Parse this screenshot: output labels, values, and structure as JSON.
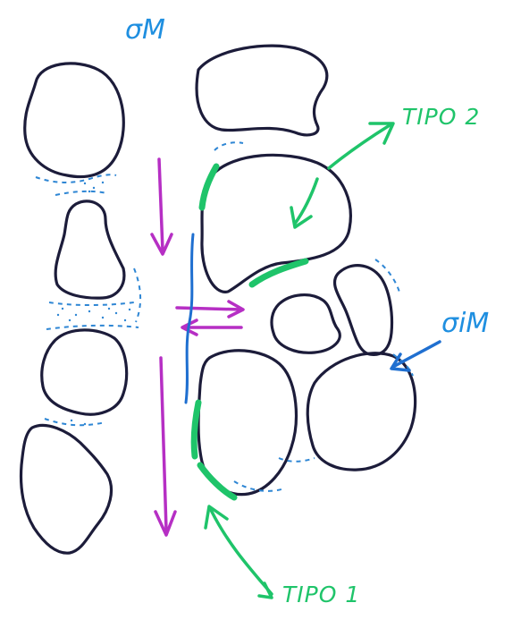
{
  "labels": {
    "sigma_m": "σM",
    "sigma_im": "σiM",
    "tipo2": "TIPO 2",
    "tipo1": "TIPO 1"
  },
  "colors": {
    "grain_outline": "#1c1c3a",
    "bond_blue": "#2e86d4",
    "green": "#1fc46a",
    "magenta": "#b62fc4",
    "blue": "#1f6fd0"
  }
}
